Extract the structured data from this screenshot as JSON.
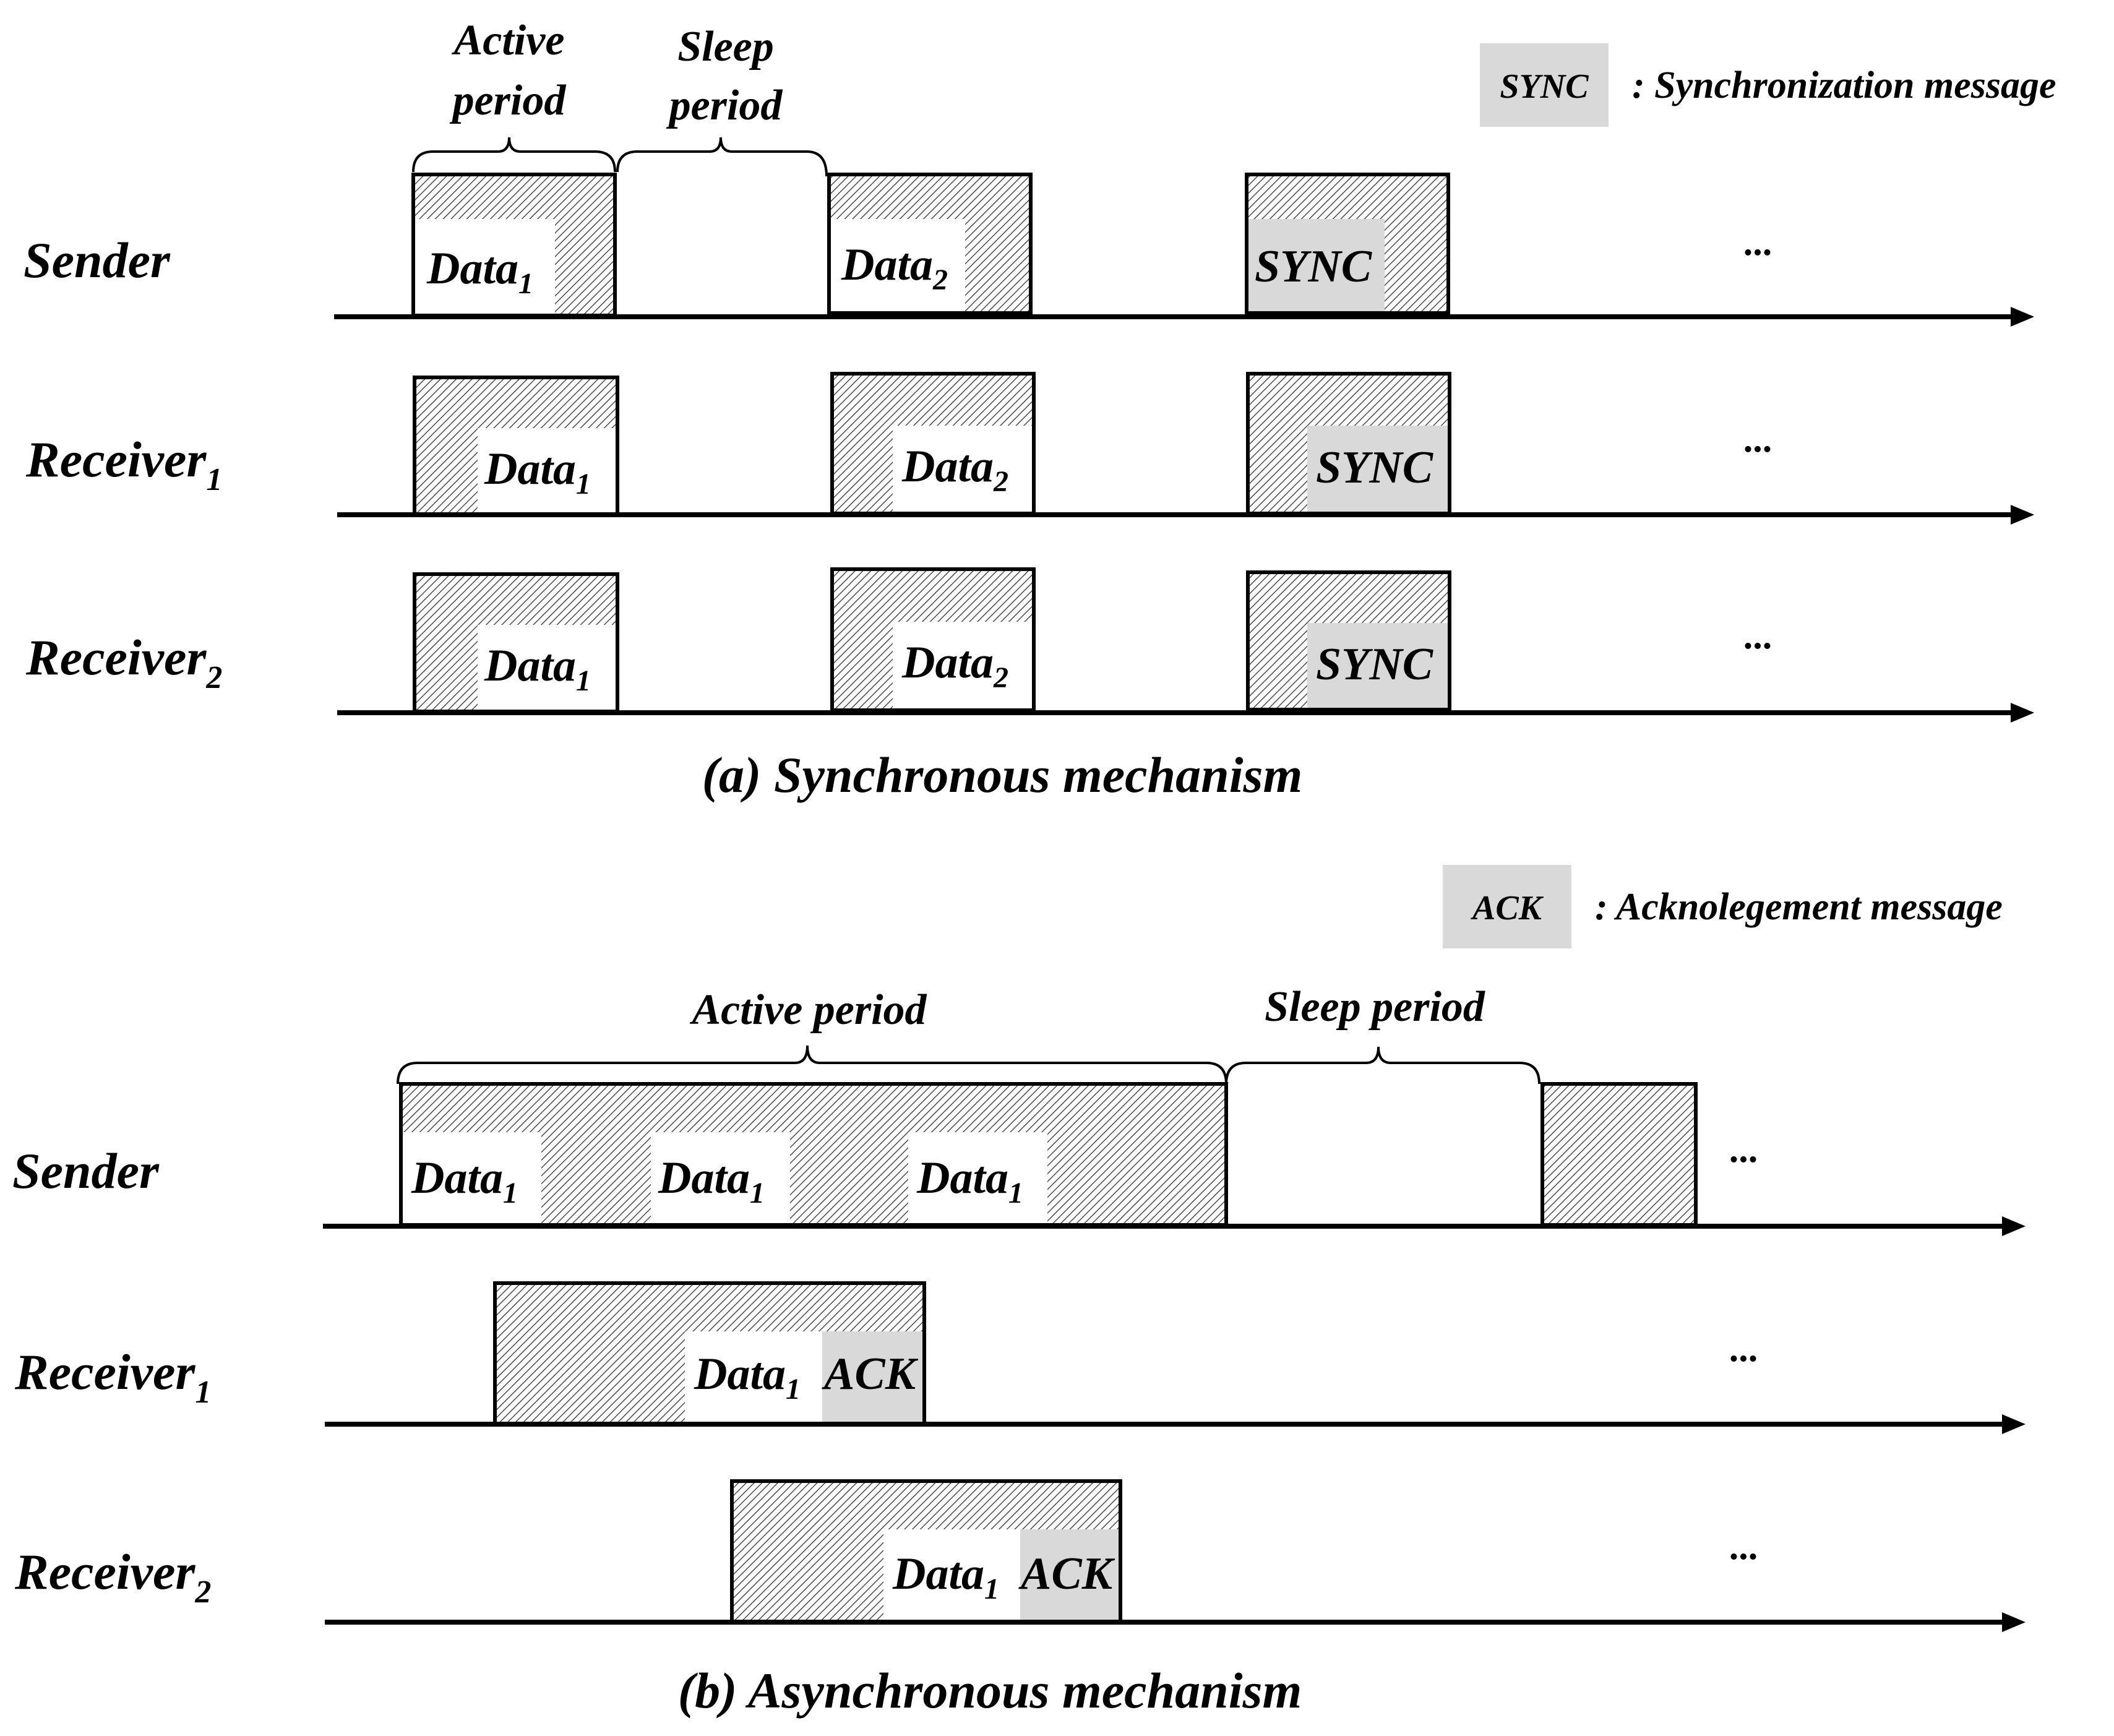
{
  "colors": {
    "hatch_line": "#4a4a4a",
    "message_gray": "#d9d9d9",
    "stroke": "#000000"
  },
  "part_a": {
    "caption": "(a) Synchronous mechanism",
    "legend": {
      "box": "SYNC",
      "text": ": Synchronization message"
    },
    "brace_active": [
      "Active",
      "period"
    ],
    "brace_sleep": [
      "Sleep",
      "period"
    ],
    "rows": [
      {
        "label": "Sender",
        "sub": "",
        "ellipsis": "...",
        "blocks": [
          {
            "main": "Data",
            "sub": "1"
          },
          {
            "main": "Data",
            "sub": "2"
          },
          {
            "main": "SYNC",
            "sub": ""
          }
        ]
      },
      {
        "label": "Receiver",
        "sub": "1",
        "ellipsis": "...",
        "blocks": [
          {
            "main": "Data",
            "sub": "1"
          },
          {
            "main": "Data",
            "sub": "2"
          },
          {
            "main": "SYNC",
            "sub": ""
          }
        ]
      },
      {
        "label": "Receiver",
        "sub": "2",
        "ellipsis": "...",
        "blocks": [
          {
            "main": "Data",
            "sub": "1"
          },
          {
            "main": "Data",
            "sub": "2"
          },
          {
            "main": "SYNC",
            "sub": ""
          }
        ]
      }
    ]
  },
  "part_b": {
    "caption": "(b) Asynchronous mechanism",
    "legend": {
      "box": "ACK",
      "text": ": Acknolegement message"
    },
    "brace_active": "Active period",
    "brace_sleep": "Sleep period",
    "rows": [
      {
        "label": "Sender",
        "sub": "",
        "ellipsis": "...",
        "messages": [
          {
            "main": "Data",
            "sub": "1"
          },
          {
            "main": "Data",
            "sub": "1"
          },
          {
            "main": "Data",
            "sub": "1"
          }
        ]
      },
      {
        "label": "Receiver",
        "sub": "1",
        "ellipsis": "...",
        "messages": [
          {
            "main": "Data",
            "sub": "1"
          }
        ],
        "ack": "ACK"
      },
      {
        "label": "Receiver",
        "sub": "2",
        "ellipsis": "...",
        "messages": [
          {
            "main": "Data",
            "sub": "1"
          }
        ],
        "ack": "ACK"
      }
    ]
  }
}
